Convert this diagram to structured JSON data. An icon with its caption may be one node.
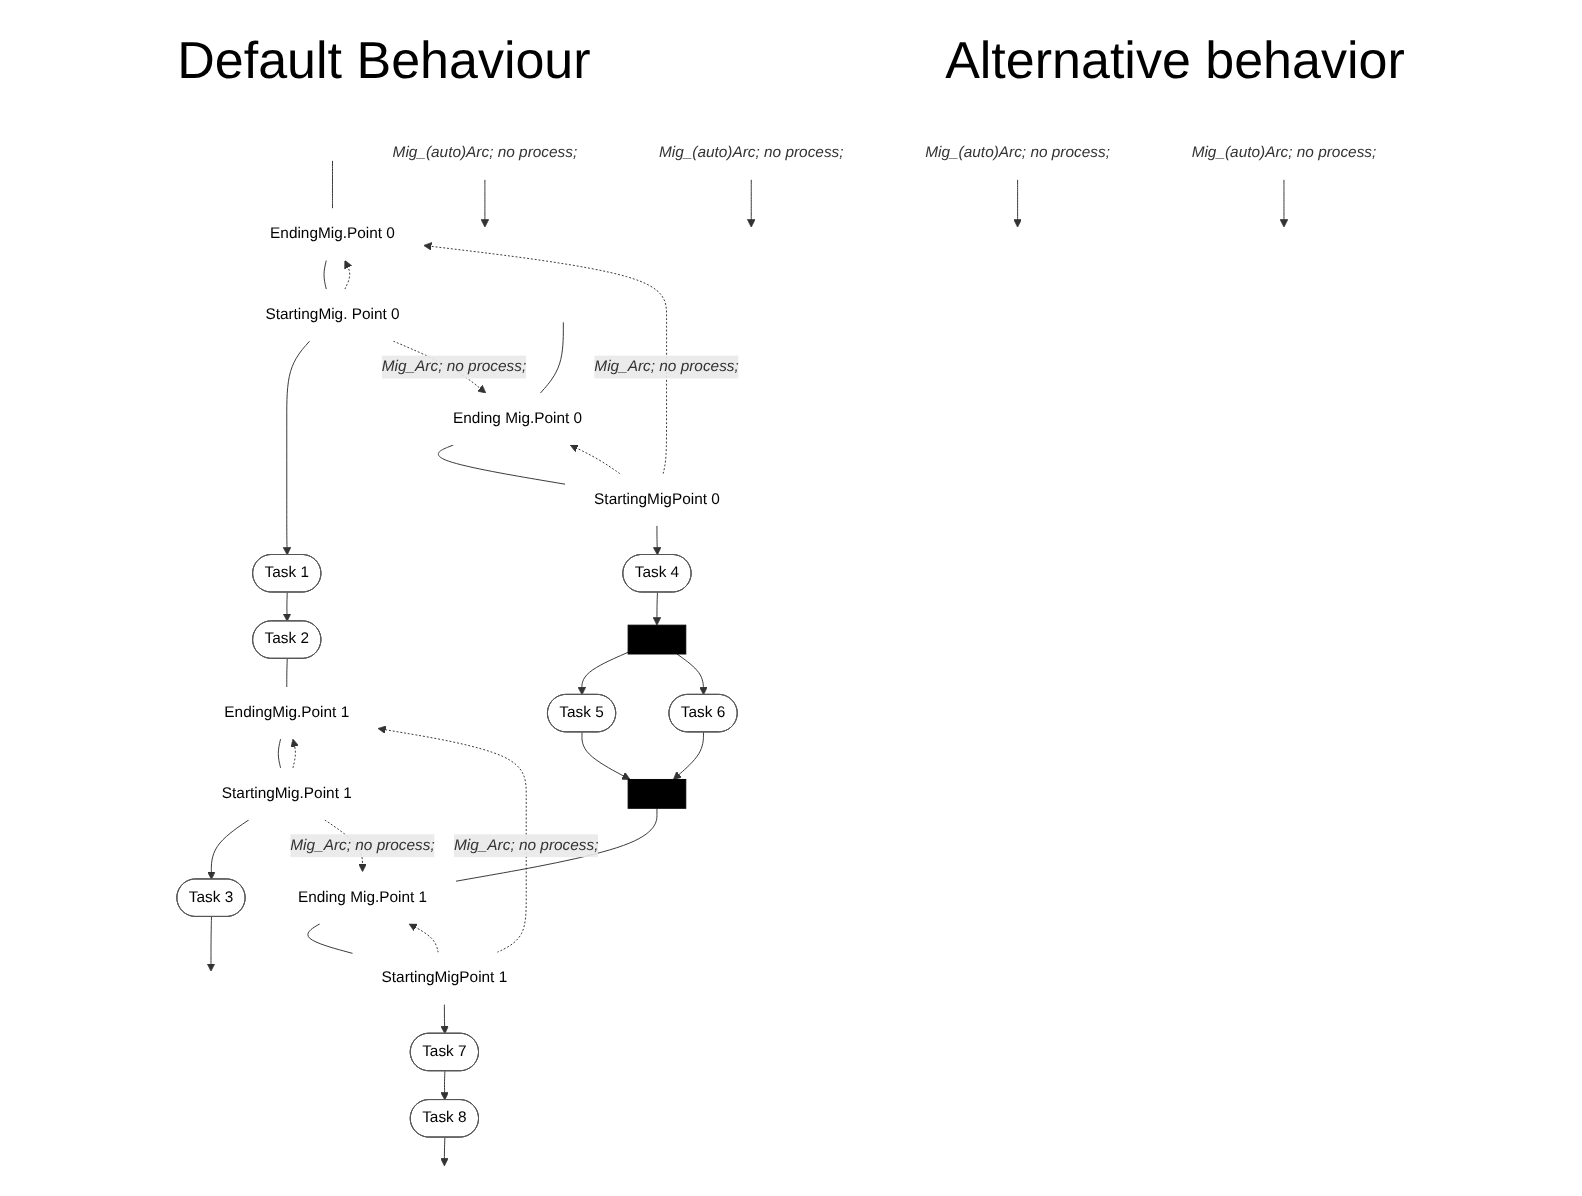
{
  "diagram": {
    "nodes": [
      {
        "text": [
          "EndingMig.Point 0"
        ]
      },
      {
        "text": [
          "StartingMig. Point 0"
        ]
      },
      {
        "text": [
          "Task 1"
        ]
      },
      {
        "text": [
          "Task 2"
        ]
      },
      {
        "text": [
          "EndingMig.Point 1"
        ]
      },
      {
        "text": [
          "StartingMig.Point 1"
        ]
      },
      {
        "text": [
          "Task 3"
        ]
      },
      {
        "text": [
          "Ending Mig.Point 0"
        ]
      },
      {
        "text": [
          "StartingMigPoint 0"
        ]
      },
      {
        "text": [
          "Task 4"
        ]
      },
      {
        "text": [],
        "shape": "bar"
      },
      {
        "text": [
          "Task 5"
        ]
      },
      {
        "text": [
          "Task 6"
        ]
      },
      {
        "text": [],
        "shape": "bar"
      },
      {
        "text": [
          "Ending Mig.Point 1"
        ]
      },
      {
        "text": [
          "StartingMigPoint 1"
        ]
      },
      {
        "text": [
          "Task 7"
        ]
      },
      {
        "text": [
          "Task 8"
        ]
      },
      {
        "text": [
          "Mig_(auto)Arc; no process;"
        ]
      },
      {
        "text": [
          "Mig_(auto)Arc; no process;"
        ]
      },
      {
        "text": [
          "Mig_(auto)Arc; no process;"
        ]
      },
      {
        "text": [
          "Mig_(auto)Arc; no process;"
        ]
      }
    ],
    "edges": [
      {
        "from": null,
        "to": 0,
        "arrow": "none"
      },
      {
        "from": 0,
        "to": 1,
        "arrow": "none"
      },
      {
        "from": 1,
        "to": 2,
        "arrow": "to"
      },
      {
        "from": 2,
        "to": 3,
        "arrow": "to"
      },
      {
        "from": 3,
        "to": 4,
        "arrow": "none"
      },
      {
        "from": 4,
        "to": 5,
        "arrow": "none"
      },
      {
        "from": 5,
        "to": 6,
        "arrow": "to"
      },
      {
        "from": 6,
        "to": null,
        "arrow": "to"
      },
      {
        "from": null,
        "to": 7,
        "arrow": "none"
      },
      {
        "from": 7,
        "to": 8,
        "arrow": "none"
      },
      {
        "from": 8,
        "to": 9,
        "arrow": "to"
      },
      {
        "from": 9,
        "to": 10,
        "arrow": "to"
      },
      {
        "from": 10,
        "to": 11,
        "arrow": "to"
      },
      {
        "from": 10,
        "to": 12,
        "arrow": "to"
      },
      {
        "from": 11,
        "to": 13,
        "arrow": "to"
      },
      {
        "from": 12,
        "to": 13,
        "arrow": "to"
      },
      {
        "from": 13,
        "to": 14,
        "arrow": "none"
      },
      {
        "from": 14,
        "to": 15,
        "arrow": "none"
      },
      {
        "from": 15,
        "to": 16,
        "arrow": "to"
      },
      {
        "from": 16,
        "to": 17,
        "arrow": "to"
      },
      {
        "from": 17,
        "to": null,
        "arrow": "to"
      },
      {
        "from": 1,
        "to": 0,
        "arrow": "to",
        "style": "dashed"
      },
      {
        "from": 8,
        "to": 7,
        "arrow": "to",
        "style": "dashed"
      },
      {
        "from": 5,
        "to": 4,
        "arrow": "to",
        "style": "dashed"
      },
      {
        "from": 15,
        "to": 14,
        "arrow": "to",
        "style": "dashed"
      },
      {
        "from": 1,
        "to": 7,
        "arrow": "to",
        "style": "dashed",
        "label": "Mig_Arc; no process;"
      },
      {
        "from": 8,
        "to": 0,
        "arrow": "to",
        "style": "dashed",
        "label": "Mig_Arc; no process;"
      },
      {
        "from": 5,
        "to": 14,
        "arrow": "to",
        "style": "dashed",
        "label": "Mig_Arc; no process;"
      },
      {
        "from": 15,
        "to": 4,
        "arrow": "to",
        "style": "dashed",
        "label": "Mig_Arc; no process;"
      },
      {
        "from": 18,
        "to": null,
        "arrow": "to"
      },
      {
        "from": 19,
        "to": null,
        "arrow": "to"
      },
      {
        "from": 20,
        "to": null,
        "arrow": "to"
      },
      {
        "from": 21,
        "to": null,
        "arrow": "to"
      }
    ],
    "labels": [
      "Default Behaviour",
      "Alternative behavior"
    ]
  }
}
